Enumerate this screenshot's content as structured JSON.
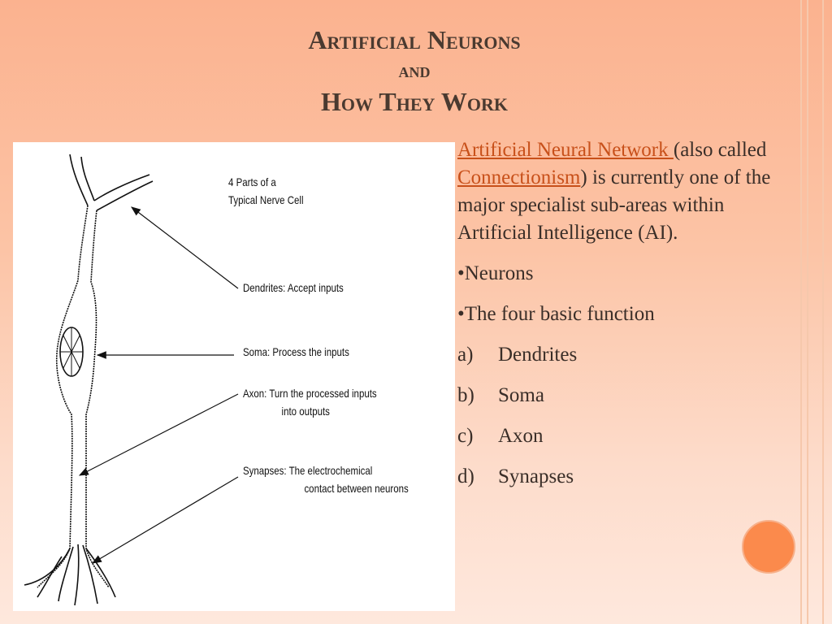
{
  "title": {
    "line1": "Artificial Neurons",
    "line2": "and",
    "line3": "How They Work"
  },
  "figure": {
    "header_line1": "4 Parts of a",
    "header_line2": "Typical Nerve Cell",
    "dendrites": "Dendrites:  Accept inputs",
    "soma": "Soma:  Process the inputs",
    "axon_line1": "Axon:  Turn the processed inputs",
    "axon_line2": "into outputs",
    "synapses_line1": "Synapses:  The electrochemical",
    "synapses_line2": "contact between neurons"
  },
  "content": {
    "link1": "Artificial Neural Network ",
    "text1": "(also called ",
    "link2": "Connectionism",
    "text2": ") is currently one of the major specialist sub-areas within Artificial Intelligence (AI).",
    "bullet1": "•Neurons",
    "bullet2": "•The four basic function",
    "list": [
      {
        "mark": "a)",
        "text": "Dendrites"
      },
      {
        "mark": "b)",
        "text": "Soma"
      },
      {
        "mark": "c)",
        "text": "Axon"
      },
      {
        "mark": "d)",
        "text": "Synapses"
      }
    ]
  },
  "colors": {
    "accent": "#fb8a4c",
    "link": "#c8501a",
    "title": "#4a3a30"
  }
}
